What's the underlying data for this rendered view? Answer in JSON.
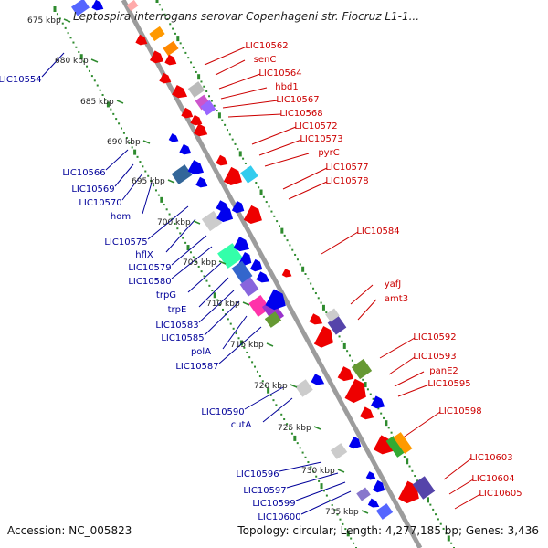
{
  "title": "Leptospira interrogans serovar Copenhageni str. Fiocruz L1-1...",
  "footer": {
    "accession": "Accession: NC_005823",
    "summary": "Topology: circular; Length: 4,277,185 bp; Genes: 3,436"
  },
  "colors": {
    "backbone": "#9e9e9e",
    "tick_minor": "#2e8b2e",
    "forward_label": "#cc0000",
    "reverse_label": "#000099",
    "kbp_label": "#222222"
  },
  "kbp_ticks": [
    {
      "label": "675 kbp"
    },
    {
      "label": "680 kbp"
    },
    {
      "label": "685 kbp"
    },
    {
      "label": "690 kbp"
    },
    {
      "label": "695 kbp"
    },
    {
      "label": "700 kbp"
    },
    {
      "label": "705 kbp"
    },
    {
      "label": "710 kbp"
    },
    {
      "label": "715 kbp"
    },
    {
      "label": "720 kbp"
    },
    {
      "label": "725 kbp"
    },
    {
      "label": "730 kbp"
    },
    {
      "label": "735 kbp"
    }
  ],
  "forward_genes": [
    {
      "name": "LIC10562"
    },
    {
      "name": "senC"
    },
    {
      "name": "LIC10564"
    },
    {
      "name": "hbd1"
    },
    {
      "name": "LIC10567"
    },
    {
      "name": "LIC10568"
    },
    {
      "name": "LIC10572"
    },
    {
      "name": "LIC10573"
    },
    {
      "name": "pyrC"
    },
    {
      "name": "LIC10577"
    },
    {
      "name": "LIC10578"
    },
    {
      "name": "LIC10584"
    },
    {
      "name": "yafJ"
    },
    {
      "name": "amt3"
    },
    {
      "name": "LIC10592"
    },
    {
      "name": "LIC10593"
    },
    {
      "name": "panE2"
    },
    {
      "name": "LIC10595"
    },
    {
      "name": "LIC10598"
    },
    {
      "name": "LIC10603"
    },
    {
      "name": "LIC10604"
    },
    {
      "name": "LIC10605"
    }
  ],
  "reverse_genes": [
    {
      "name": "LIC10554"
    },
    {
      "name": "LIC10566"
    },
    {
      "name": "LIC10569"
    },
    {
      "name": "LIC10570"
    },
    {
      "name": "hom"
    },
    {
      "name": "LIC10575"
    },
    {
      "name": "hflX"
    },
    {
      "name": "LIC10579"
    },
    {
      "name": "LIC10580"
    },
    {
      "name": "trpG"
    },
    {
      "name": "trpE"
    },
    {
      "name": "LIC10583"
    },
    {
      "name": "LIC10585"
    },
    {
      "name": "polA"
    },
    {
      "name": "LIC10587"
    },
    {
      "name": "LIC10590"
    },
    {
      "name": "cutA"
    },
    {
      "name": "LIC10596"
    },
    {
      "name": "LIC10597"
    },
    {
      "name": "LIC10599"
    },
    {
      "name": "LIC10600"
    }
  ]
}
